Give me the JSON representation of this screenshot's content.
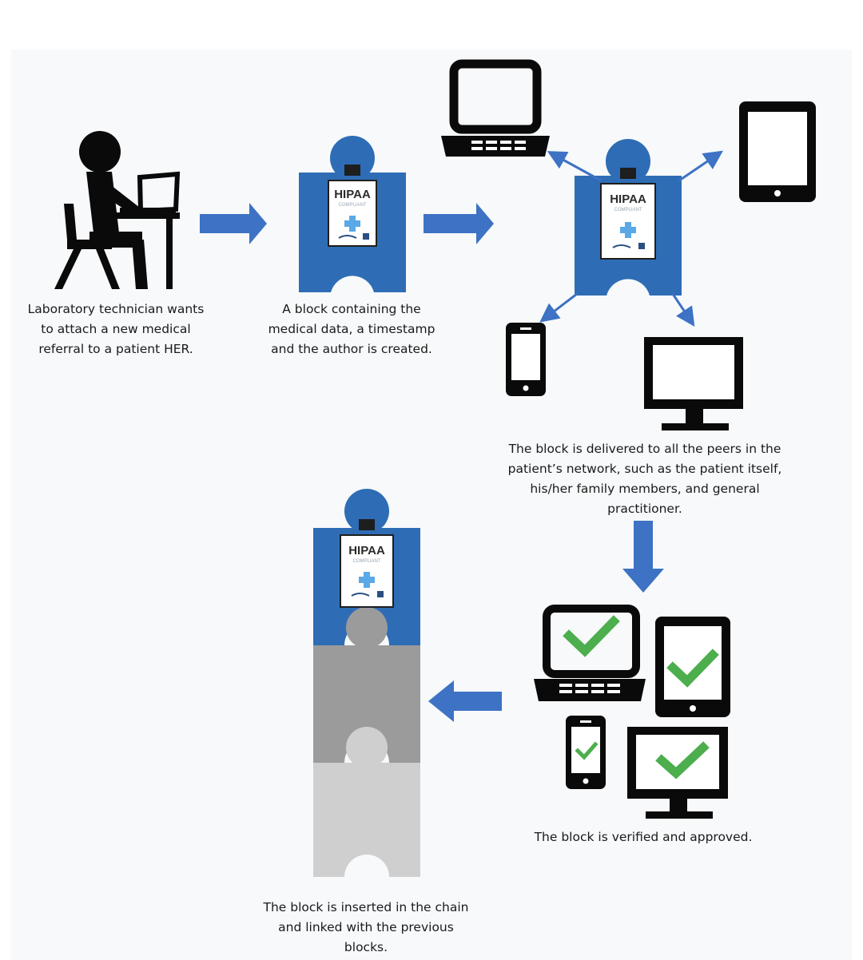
{
  "captions": {
    "step1": "Laboratory technician wants\nto attach a new medical\nreferral to a patient HER.",
    "step2": "A block containing the\nmedical data, a timestamp\nand the author is created.",
    "step3": "The block is delivered to all the peers in the\npatient’s network, such as the patient itself,\nhis/her family members, and general\npractitioner.",
    "step4": "The block is verified and approved.",
    "step5": "The block is inserted in the chain\nand linked with the previous\nblocks."
  },
  "badge": {
    "title": "HIPAA",
    "subtitle": "COMPLIANT"
  },
  "colors": {
    "block_blue": "#2e6db5",
    "arrow_blue": "#3d72c4",
    "chain_gray": "#9b9b9b",
    "chain_light": "#cfcfcf",
    "check_green": "#4cae4c",
    "device_black": "#0a0a0a"
  },
  "icons": [
    "person-at-computer-icon",
    "laptop-icon",
    "tablet-icon",
    "smartphone-icon",
    "monitor-icon",
    "checkmark-icon",
    "hipaa-block-icon"
  ]
}
